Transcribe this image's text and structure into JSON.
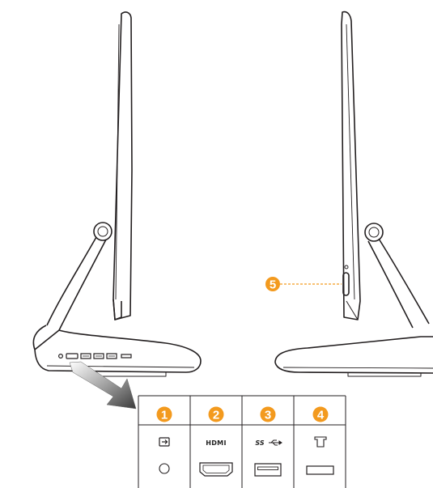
{
  "colors": {
    "callout": "#f39a1e",
    "line": "#231f20",
    "table_border": "#231f20",
    "gradient_light": "#ffffff",
    "gradient_dark": "#444444",
    "dashed_leader": "#f39a1e"
  },
  "left_view": {
    "ports": [
      "headphone-jack-icon",
      "hdmi-port-icon",
      "usb-port-icon",
      "usb-port-icon",
      "usb-port-icon",
      "card-slot-icon"
    ]
  },
  "right_view": {
    "callout_number": "5",
    "target": "power-button"
  },
  "port_table": {
    "columns": [
      {
        "number": "1",
        "symbol_icon": "audio-in-out-icon",
        "symbol_text": "",
        "port_icon": "audio-jack-icon"
      },
      {
        "number": "2",
        "symbol_icon": "hdmi-logo-icon",
        "symbol_text": "HDMI",
        "port_icon": "hdmi-port-icon"
      },
      {
        "number": "3",
        "symbol_icon": "usb-ss-icon",
        "symbol_text": "SS",
        "port_icon": "usb-port-icon"
      },
      {
        "number": "4",
        "symbol_icon": "sd-card-icon",
        "symbol_text": "",
        "port_icon": "card-slot-icon"
      }
    ]
  }
}
